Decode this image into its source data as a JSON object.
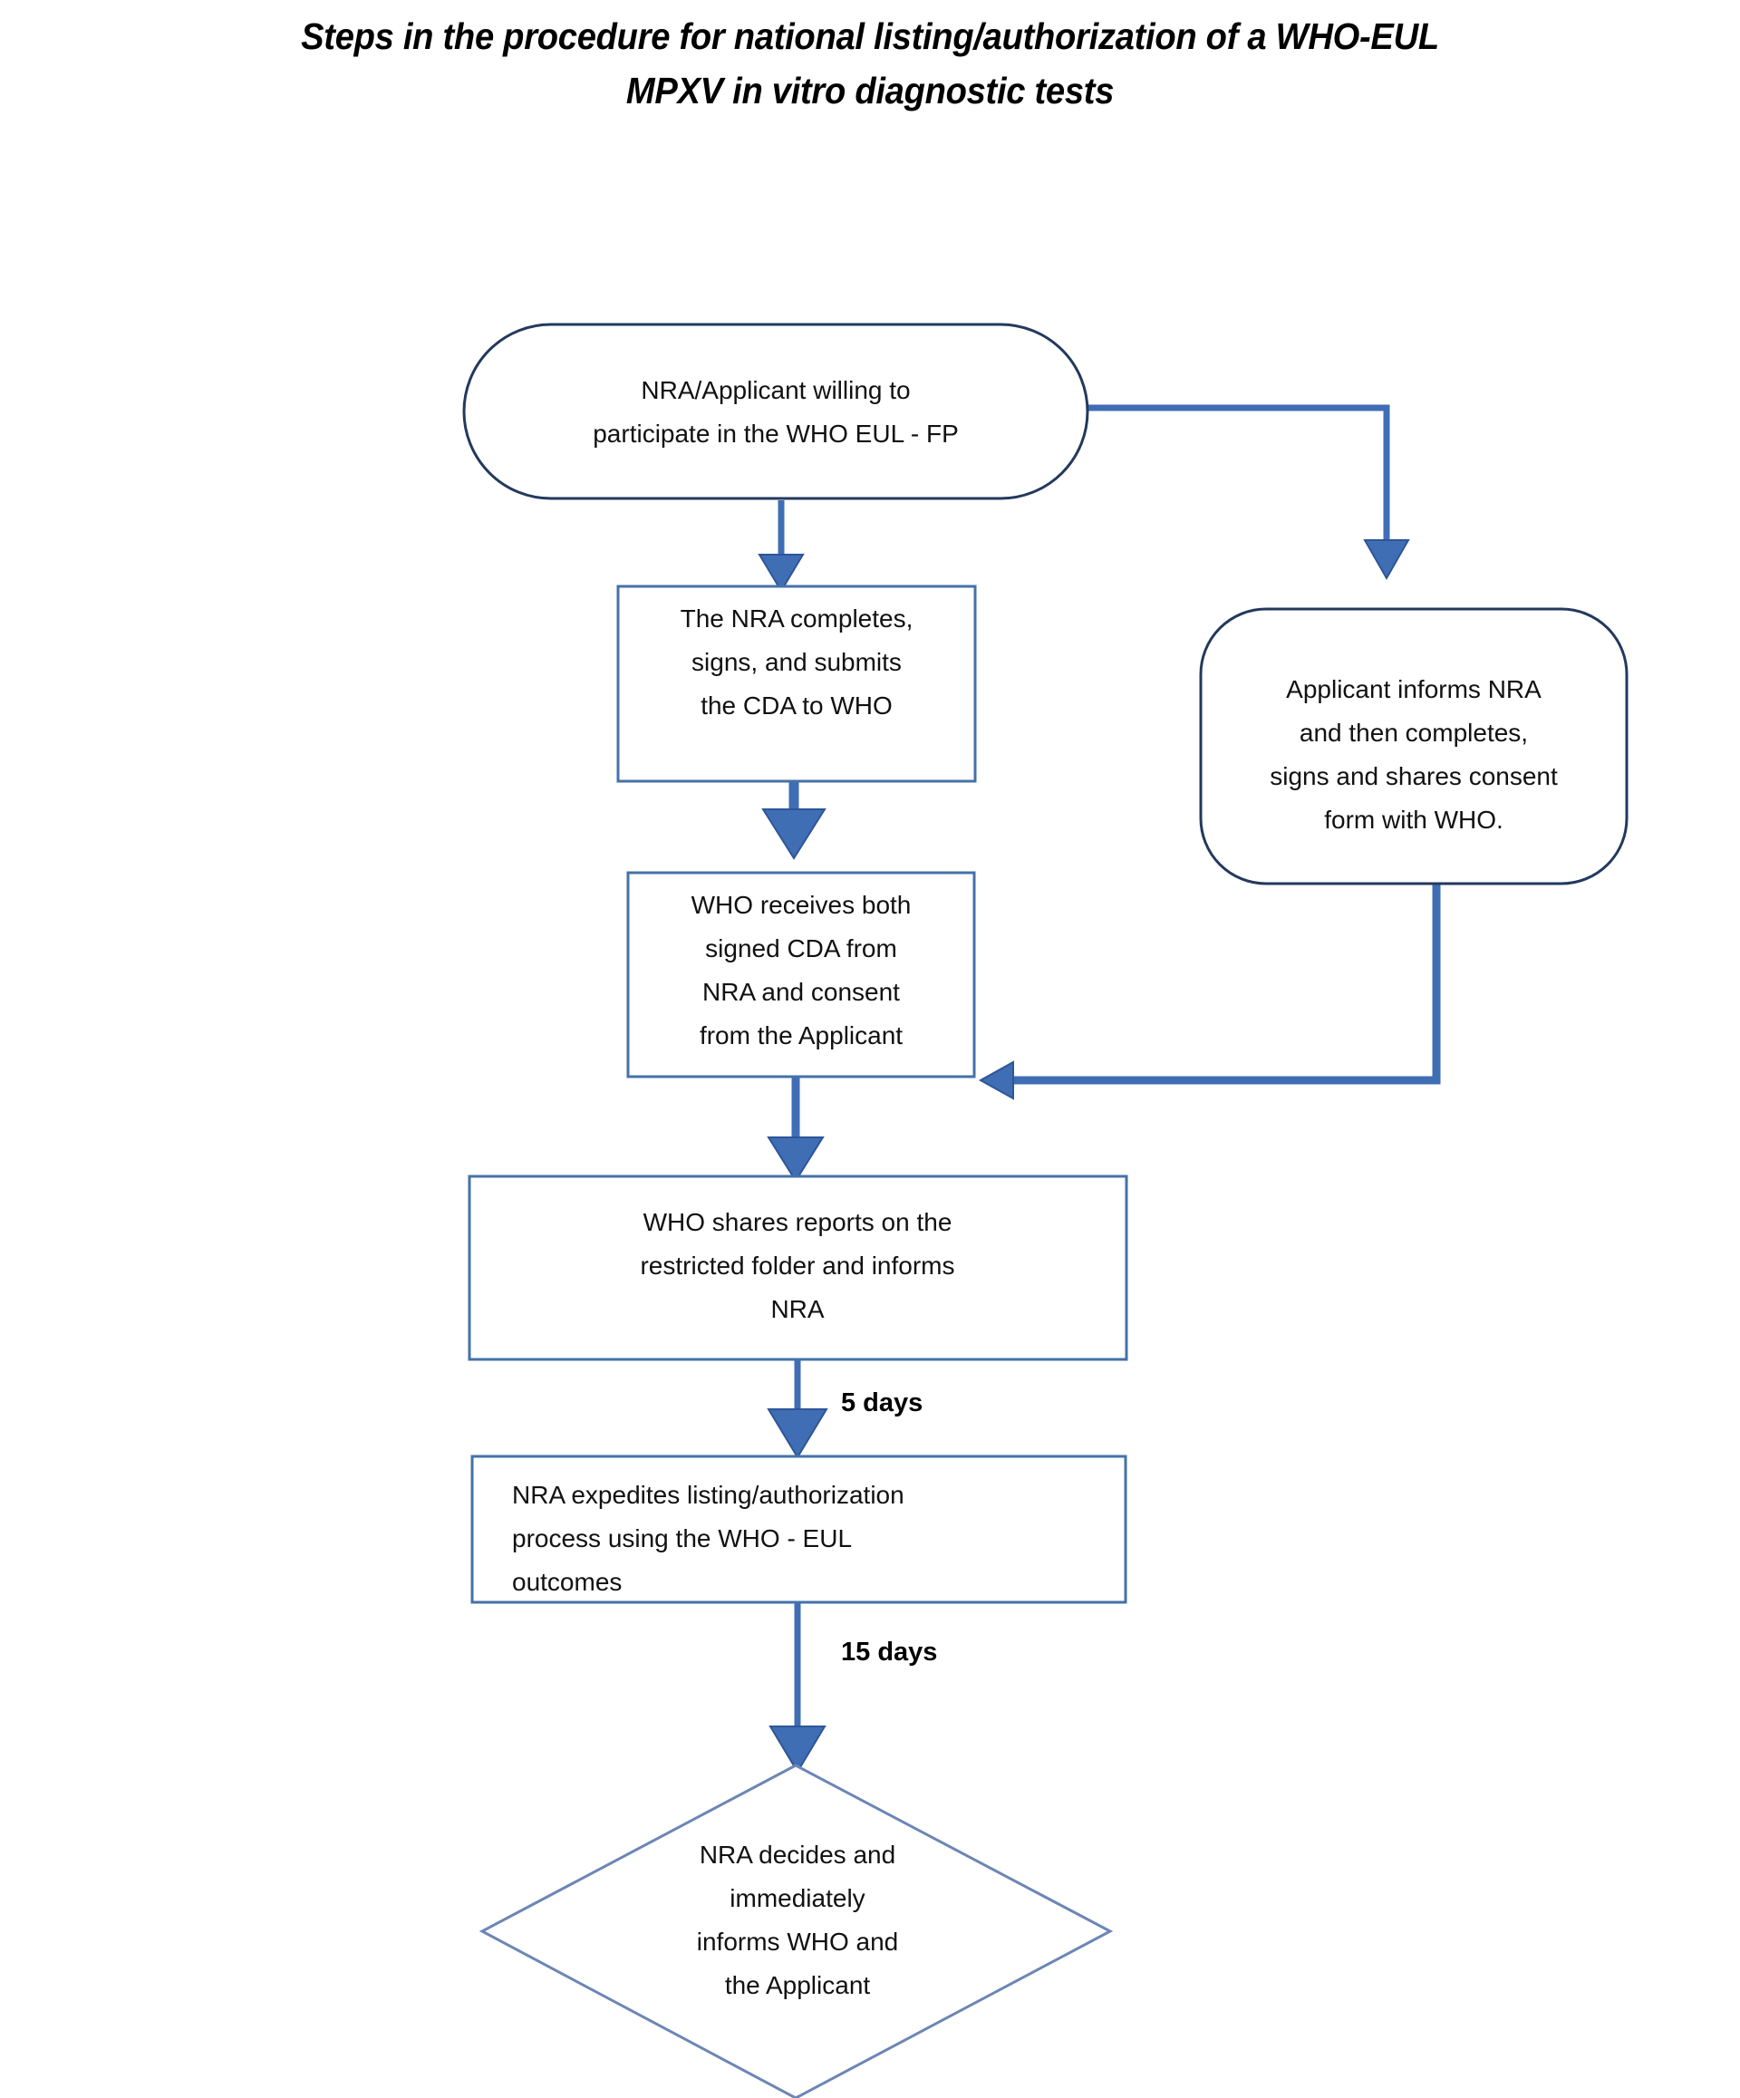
{
  "title": {
    "line1": "Steps in the procedure for national listing/authorization of a WHO-EUL",
    "line2": "MPXV in vitro diagnostic tests"
  },
  "colors": {
    "background": "#ffffff",
    "box_border": "#4472a8",
    "stadium_border": "#23395d",
    "diamond_border": "#6c86b5",
    "arrow": "#3f6eb5",
    "arrow_dark": "#2f5597",
    "text": "#111111"
  },
  "chart_data": {
    "type": "diagram",
    "title": "Steps in the procedure for national listing/authorization of a WHO-EUL MPXV in vitro diagnostic tests",
    "nodes": [
      {
        "id": "n1",
        "shape": "stadium",
        "lines": [
          "NRA/Applicant willing to",
          "participate in the WHO EUL - FP"
        ],
        "align": "center"
      },
      {
        "id": "n2",
        "shape": "rect",
        "lines": [
          "The NRA completes,",
          "signs, and submits",
          "the CDA to WHO"
        ],
        "align": "center"
      },
      {
        "id": "n3",
        "shape": "rounded-rect",
        "lines": [
          "Applicant informs NRA",
          "and then completes,",
          "signs and shares consent",
          "form with  WHO."
        ],
        "align": "center"
      },
      {
        "id": "n4",
        "shape": "rect",
        "lines": [
          "WHO receives both",
          "signed CDA from",
          "NRA and consent",
          "from the Applicant"
        ],
        "align": "center"
      },
      {
        "id": "n5",
        "shape": "rect",
        "lines": [
          "WHO shares reports on the",
          "restricted folder and informs",
          "NRA"
        ],
        "align": "center"
      },
      {
        "id": "n6",
        "shape": "rect",
        "lines": [
          "NRA expedites listing/authorization",
          "process using the WHO - EUL",
          "outcomes"
        ],
        "align": "left"
      },
      {
        "id": "n7",
        "shape": "diamond",
        "lines": [
          "NRA decides and",
          "immediately",
          "informs WHO and",
          "the Applicant"
        ],
        "align": "center"
      }
    ],
    "edges": [
      {
        "from": "n1",
        "to": "n2",
        "label": "",
        "style": "straight-down"
      },
      {
        "from": "n1",
        "to": "n3",
        "label": "",
        "style": "elbow-right-down"
      },
      {
        "from": "n2",
        "to": "n4",
        "label": "",
        "style": "straight-down"
      },
      {
        "from": "n3",
        "to": "n4",
        "label": "",
        "style": "elbow-down-left"
      },
      {
        "from": "n4",
        "to": "n5",
        "label": "",
        "style": "straight-down"
      },
      {
        "from": "n5",
        "to": "n6",
        "label": "5 days",
        "style": "straight-down"
      },
      {
        "from": "n6",
        "to": "n7",
        "label": "15 days",
        "style": "straight-down"
      }
    ]
  },
  "edge_labels": {
    "five_days": "5 days",
    "fifteen_days": "15 days"
  },
  "nodes": {
    "n1": {
      "l0": "NRA/Applicant willing to",
      "l1": "participate in the WHO EUL - FP"
    },
    "n2": {
      "l0": "The NRA completes,",
      "l1": "signs, and submits",
      "l2": "the CDA to WHO"
    },
    "n3": {
      "l0": "Applicant informs NRA",
      "l1": "and then completes,",
      "l2": "signs and shares consent",
      "l3": "form with  WHO."
    },
    "n4": {
      "l0": "WHO receives both",
      "l1": "signed CDA from",
      "l2": "NRA and consent",
      "l3": "from the Applicant"
    },
    "n5": {
      "l0": "WHO shares reports on the",
      "l1": "restricted folder and informs",
      "l2": "NRA"
    },
    "n6": {
      "l0": "NRA expedites listing/authorization",
      "l1": "process using the WHO - EUL",
      "l2": "outcomes"
    },
    "n7": {
      "l0": "NRA decides and",
      "l1": "immediately",
      "l2": "informs WHO and",
      "l3": "the Applicant"
    }
  }
}
